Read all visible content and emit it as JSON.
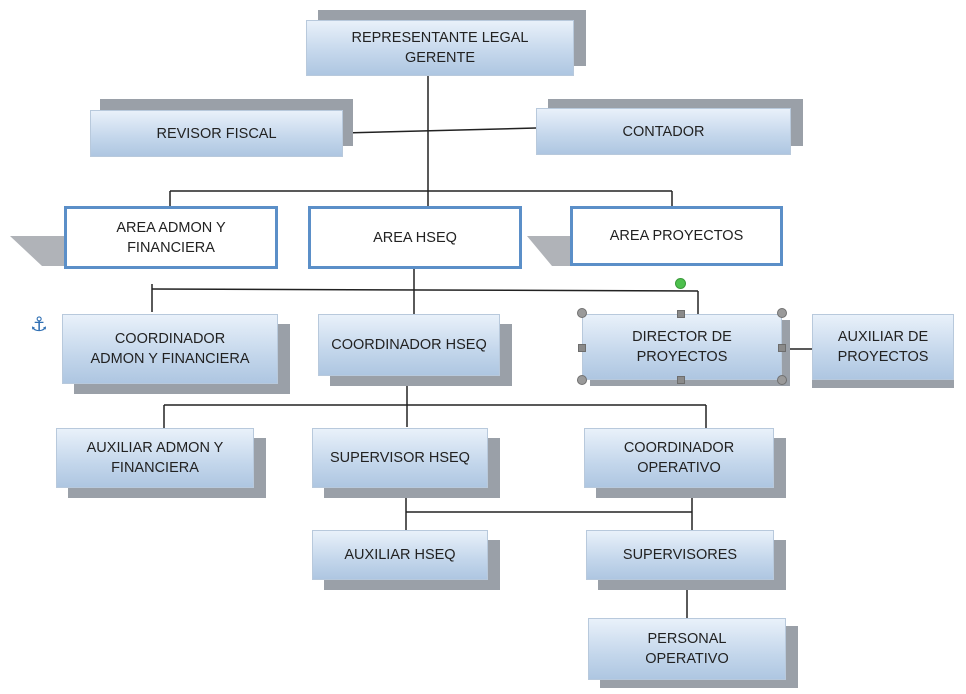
{
  "diagram": {
    "nodes": {
      "representante": "REPRESENTANTE LEGAL\nGERENTE",
      "revisor": "REVISOR FISCAL",
      "contador": "CONTADOR",
      "area_admon": "AREA ADMON Y\nFINANCIERA",
      "area_hseq": "AREA HSEQ",
      "area_proyectos": "AREA PROYECTOS",
      "coord_admon": "COORDINADOR\nADMON Y FINANCIERA",
      "coord_hseq": "COORDINADOR HSEQ",
      "director_proyectos": "DIRECTOR DE\nPROYECTOS",
      "aux_proyectos": "AUXILIAR DE\nPROYECTOS",
      "aux_admon": "AUXILIAR ADMON Y\nFINANCIERA",
      "supervisor_hseq": "SUPERVISOR HSEQ",
      "coord_operativo": "COORDINADOR\nOPERATIVO",
      "aux_hseq": "AUXILIAR HSEQ",
      "supervisores": "SUPERVISORES",
      "personal_operativo": "PERSONAL\nOPERATIVO"
    },
    "anchor_icon": "anchor-icon",
    "selection_handle_icon": "resize-handle-icon",
    "rotate_handle_icon": "rotate-handle-icon",
    "colors": {
      "box_top": "#e9f1fa",
      "box_bottom": "#aec6e1",
      "area_border": "#5b8fc8",
      "shadow": "#9aa0a8",
      "connector": "#222222",
      "rotate_handle": "#4dc04d"
    }
  }
}
